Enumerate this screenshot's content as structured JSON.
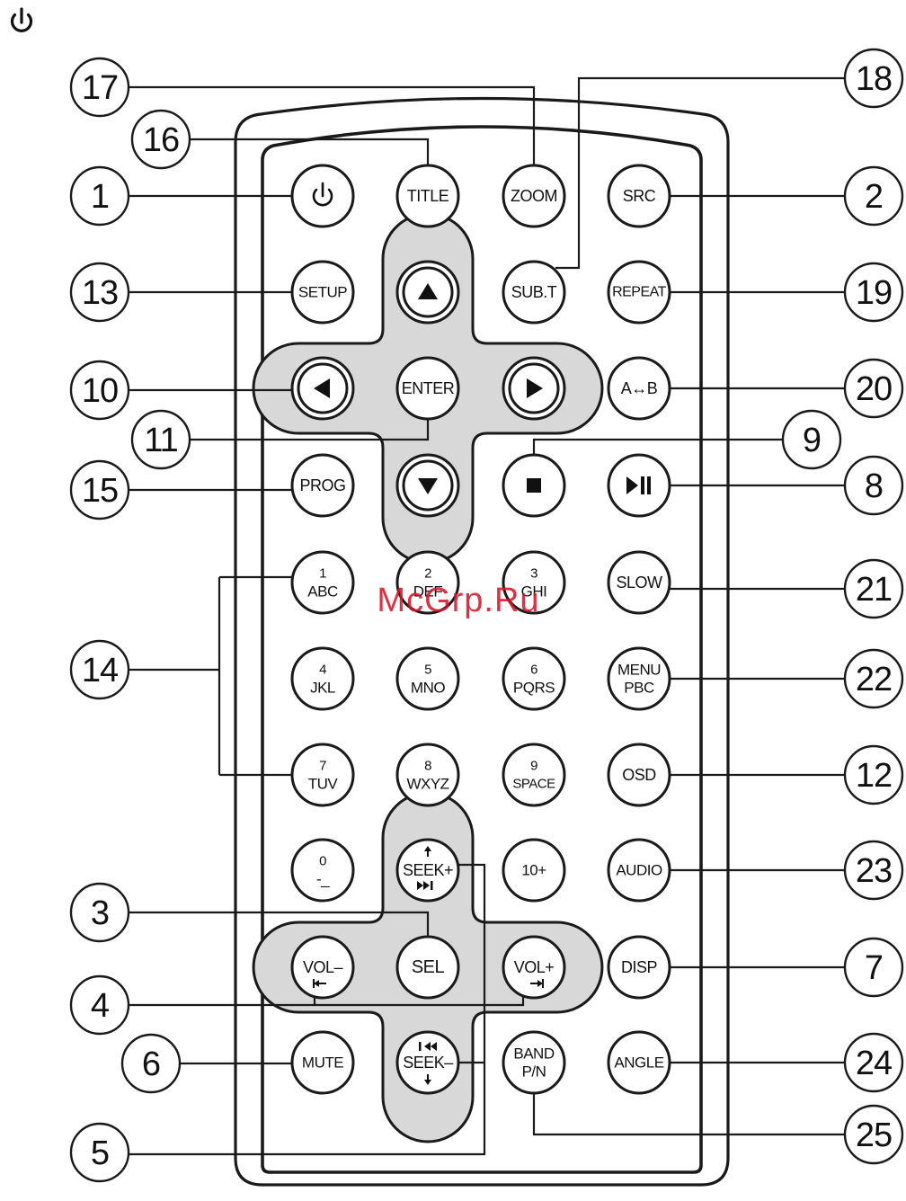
{
  "header": {
    "icon": "power-icon"
  },
  "watermark": "McGrp.Ru",
  "buttons": [
    {
      "id": "power",
      "icon": "power-icon",
      "lines": []
    },
    {
      "id": "title",
      "lines": [
        "TITLE"
      ]
    },
    {
      "id": "zoom",
      "lines": [
        "ZOOM"
      ]
    },
    {
      "id": "src",
      "lines": [
        "SRC"
      ]
    },
    {
      "id": "setup",
      "lines": [
        "SETUP"
      ]
    },
    {
      "id": "up",
      "icon": "triangle-up-icon",
      "lines": []
    },
    {
      "id": "subt",
      "lines": [
        "SUB.T"
      ]
    },
    {
      "id": "repeat",
      "lines": [
        "REPEAT"
      ]
    },
    {
      "id": "left",
      "icon": "triangle-left-icon",
      "lines": []
    },
    {
      "id": "enter",
      "lines": [
        "ENTER"
      ]
    },
    {
      "id": "right",
      "icon": "triangle-right-icon",
      "lines": []
    },
    {
      "id": "ab",
      "lines": [
        "A↔B"
      ]
    },
    {
      "id": "prog",
      "lines": [
        "PROG"
      ]
    },
    {
      "id": "down",
      "icon": "triangle-down-icon",
      "lines": []
    },
    {
      "id": "stop",
      "icon": "stop-icon",
      "lines": []
    },
    {
      "id": "playpause",
      "icon": "play-pause-icon",
      "lines": []
    },
    {
      "id": "n1",
      "lines": [
        "1",
        "ABC"
      ]
    },
    {
      "id": "n2",
      "lines": [
        "2",
        "DEF"
      ]
    },
    {
      "id": "n3",
      "lines": [
        "3",
        "GHI"
      ]
    },
    {
      "id": "slow",
      "lines": [
        "SLOW"
      ]
    },
    {
      "id": "n4",
      "lines": [
        "4",
        "JKL"
      ]
    },
    {
      "id": "n5",
      "lines": [
        "5",
        "MNO"
      ]
    },
    {
      "id": "n6",
      "lines": [
        "6",
        "PQRS"
      ]
    },
    {
      "id": "menupbc",
      "lines": [
        "MENU",
        "PBC"
      ]
    },
    {
      "id": "n7",
      "lines": [
        "7",
        "TUV"
      ]
    },
    {
      "id": "n8",
      "lines": [
        "8",
        "WXYZ"
      ]
    },
    {
      "id": "n9",
      "lines": [
        "9",
        "SPACE"
      ]
    },
    {
      "id": "osd",
      "lines": [
        "OSD"
      ]
    },
    {
      "id": "n0",
      "lines": [
        "0",
        "-_"
      ]
    },
    {
      "id": "seekplus",
      "icon": "seek-forward-icon",
      "lines": [
        "SEEK+"
      ]
    },
    {
      "id": "ten",
      "lines": [
        "10+"
      ]
    },
    {
      "id": "audio",
      "lines": [
        "AUDIO"
      ]
    },
    {
      "id": "volminus",
      "icon": "arrow-left-icon",
      "lines": [
        "VOL–"
      ]
    },
    {
      "id": "sel",
      "lines": [
        "SEL"
      ]
    },
    {
      "id": "volplus",
      "icon": "arrow-right-icon",
      "lines": [
        "VOL+"
      ]
    },
    {
      "id": "disp",
      "lines": [
        "DISP"
      ]
    },
    {
      "id": "mute",
      "lines": [
        "MUTE"
      ]
    },
    {
      "id": "seekminus",
      "icon": "seek-back-icon",
      "lines": [
        "SEEK–"
      ]
    },
    {
      "id": "band",
      "lines": [
        "BAND",
        "P/N"
      ]
    },
    {
      "id": "angle",
      "lines": [
        "ANGLE"
      ]
    }
  ],
  "callouts": [
    {
      "label": "17",
      "target": "zoom"
    },
    {
      "label": "16",
      "target": "title"
    },
    {
      "label": "1",
      "target": "power"
    },
    {
      "label": "13",
      "target": "setup"
    },
    {
      "label": "10",
      "target": "left"
    },
    {
      "label": "11",
      "target": "enter"
    },
    {
      "label": "15",
      "target": "prog"
    },
    {
      "label": "14",
      "target": "n1 n4 n7"
    },
    {
      "label": "3",
      "target": "sel"
    },
    {
      "label": "4",
      "target": "volminus volplus"
    },
    {
      "label": "6",
      "target": "mute"
    },
    {
      "label": "5",
      "target": "seekplus seekminus"
    },
    {
      "label": "18",
      "target": "subt"
    },
    {
      "label": "2",
      "target": "src"
    },
    {
      "label": "19",
      "target": "repeat"
    },
    {
      "label": "20",
      "target": "ab"
    },
    {
      "label": "9",
      "target": "stop"
    },
    {
      "label": "8",
      "target": "playpause"
    },
    {
      "label": "21",
      "target": "slow"
    },
    {
      "label": "22",
      "target": "menupbc"
    },
    {
      "label": "12",
      "target": "osd"
    },
    {
      "label": "23",
      "target": "audio"
    },
    {
      "label": "7",
      "target": "disp"
    },
    {
      "label": "24",
      "target": "angle"
    },
    {
      "label": "25",
      "target": "band"
    }
  ]
}
